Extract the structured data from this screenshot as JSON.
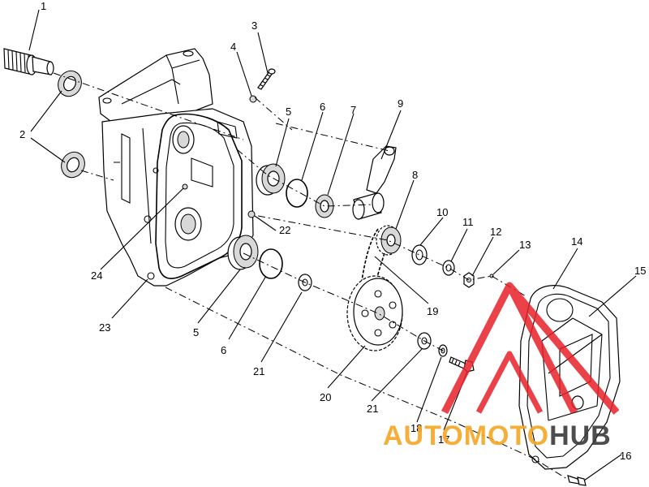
{
  "callouts": [
    {
      "id": "1",
      "label": "1"
    },
    {
      "id": "2",
      "label": "2"
    },
    {
      "id": "3",
      "label": "3"
    },
    {
      "id": "4",
      "label": "4"
    },
    {
      "id": "5a",
      "label": "5"
    },
    {
      "id": "5b",
      "label": "5"
    },
    {
      "id": "6a",
      "label": "6"
    },
    {
      "id": "6b",
      "label": "6"
    },
    {
      "id": "7",
      "label": "7"
    },
    {
      "id": "8",
      "label": "8"
    },
    {
      "id": "9",
      "label": "9"
    },
    {
      "id": "10",
      "label": "10"
    },
    {
      "id": "11",
      "label": "11"
    },
    {
      "id": "12",
      "label": "12"
    },
    {
      "id": "13",
      "label": "13"
    },
    {
      "id": "14",
      "label": "14"
    },
    {
      "id": "15",
      "label": "15"
    },
    {
      "id": "16",
      "label": "16"
    },
    {
      "id": "17",
      "label": "17"
    },
    {
      "id": "18",
      "label": "18"
    },
    {
      "id": "19",
      "label": "19"
    },
    {
      "id": "20",
      "label": "20"
    },
    {
      "id": "21a",
      "label": "21"
    },
    {
      "id": "21b",
      "label": "21"
    },
    {
      "id": "22",
      "label": "22"
    },
    {
      "id": "23",
      "label": "23"
    },
    {
      "id": "24",
      "label": "24"
    }
  ],
  "watermark": {
    "text_prefix": "AUTOMOTO",
    "text_suffix": "HUB",
    "color_primary": "#e8202a",
    "color_secondary": "#f5a623",
    "color_dark": "#3a3a3a"
  }
}
